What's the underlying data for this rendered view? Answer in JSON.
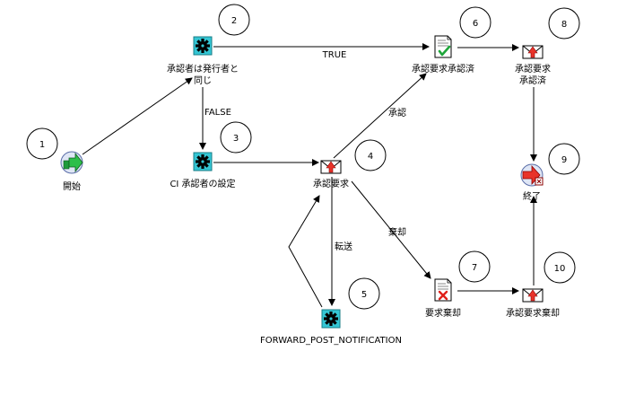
{
  "nodes": [
    {
      "id": "start",
      "label_lines": [
        "開始"
      ],
      "icon": "start-arrow-icon"
    },
    {
      "id": "check",
      "label_lines": [
        "承認者は発行者と",
        "同じ"
      ],
      "icon": "gear-function-icon"
    },
    {
      "id": "set",
      "label_lines": [
        "CI 承認者の設定"
      ],
      "icon": "gear-function-icon"
    },
    {
      "id": "request",
      "label_lines": [
        "承認要求"
      ],
      "icon": "notification-envelope-icon"
    },
    {
      "id": "forward",
      "label_lines": [
        "FORWARD_POST_NOTIFICATION"
      ],
      "icon": "gear-function-icon"
    },
    {
      "id": "approved-doc",
      "label_lines": [
        "承認要求承認済"
      ],
      "icon": "approved-document-icon"
    },
    {
      "id": "rejected-doc",
      "label_lines": [
        "要求棄却"
      ],
      "icon": "rejected-document-icon"
    },
    {
      "id": "approved-notify",
      "label_lines": [
        "承認要求",
        "承認済"
      ],
      "icon": "notification-envelope-icon"
    },
    {
      "id": "end",
      "label_lines": [
        "終了"
      ],
      "icon": "end-arrow-icon"
    },
    {
      "id": "rejected-notify",
      "label_lines": [
        "承認要求棄却"
      ],
      "icon": "notification-envelope-icon"
    }
  ],
  "numbers": [
    "1",
    "2",
    "3",
    "4",
    "5",
    "6",
    "7",
    "8",
    "9",
    "10"
  ],
  "edge_labels": {
    "true": "TRUE",
    "false": "FALSE",
    "approve": "承認",
    "forward": "転送",
    "reject": "棄却"
  }
}
